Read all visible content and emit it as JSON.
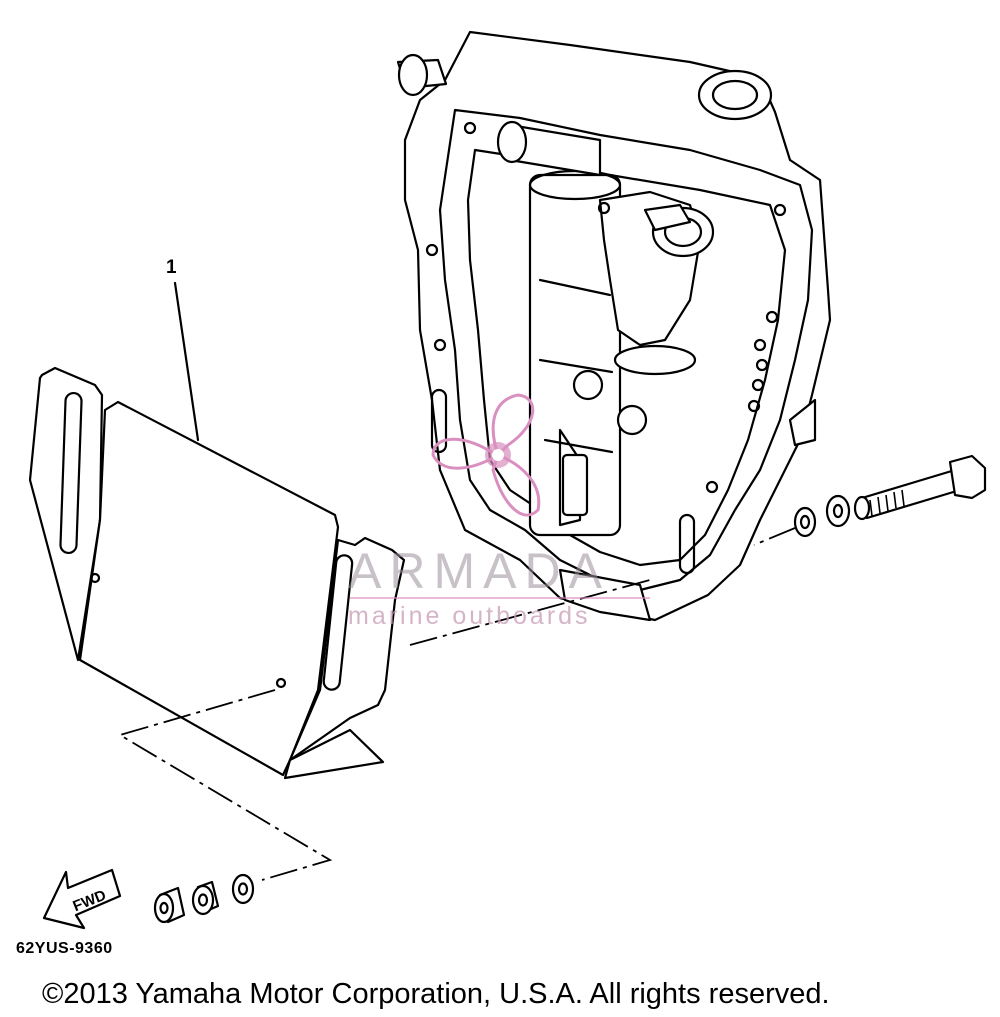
{
  "callout_labels": [
    "1"
  ],
  "part_number": "62YUS-9360",
  "copyright": "©2013 Yamaha Motor Corporation, U.S.A. All rights reserved.",
  "direction_label": "FWD",
  "watermark": {
    "brand": "ARMADA",
    "tagline": "marine outboards",
    "accent_color": "#d98fbf",
    "icon": "propeller-logo-icon"
  }
}
